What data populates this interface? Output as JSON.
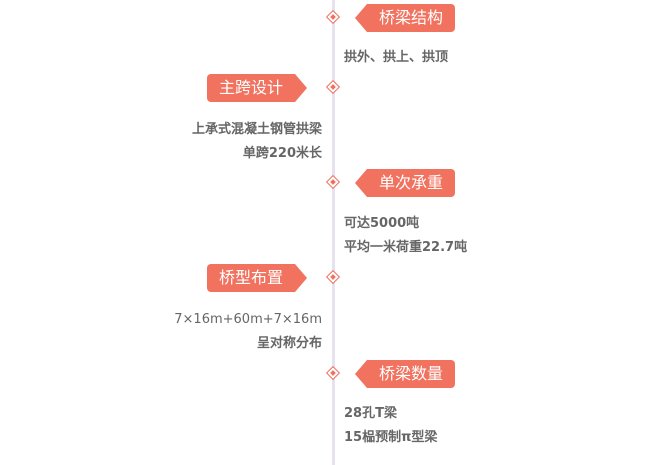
{
  "items": [
    {
      "tag": "桥梁结构",
      "side": "right",
      "lines": [
        "拱外、拱上、拱顶"
      ]
    },
    {
      "tag": "主跨设计",
      "side": "left",
      "lines": [
        "上承式混凝土钢管拱梁",
        "单跨220米长"
      ]
    },
    {
      "tag": "单次承重",
      "side": "right",
      "lines": [
        "可达5000吨",
        "平均一米荷重22.7吨"
      ]
    },
    {
      "tag": "桥型布置",
      "side": "left",
      "lines": [
        "7×16m+60m+7×16m",
        "呈对称分布"
      ]
    },
    {
      "tag": "桥梁数量",
      "side": "right",
      "lines": [
        "28孔T梁",
        "15榀预制π型梁"
      ]
    }
  ],
  "colors": {
    "accent": "#f0725f",
    "axis": "#e6e3ee",
    "text": "#666666"
  }
}
